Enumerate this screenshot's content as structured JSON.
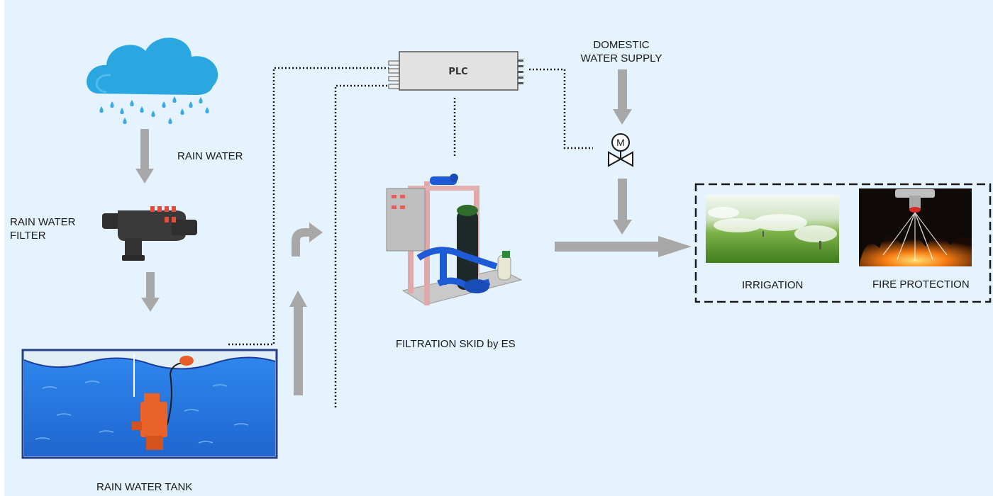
{
  "labels": {
    "rain_water": "RAIN WATER",
    "filter_line1": "RAIN WATER",
    "filter_line2": "FILTER",
    "tank": "RAIN WATER TANK",
    "plc": "PLC",
    "domestic_line1": "DOMESTIC",
    "domestic_line2": "WATER SUPPLY",
    "skid": "FILTRATION SKID by ES",
    "irrigation": "IRRIGATION",
    "fire": "FIRE PROTECTION",
    "motor": "M"
  },
  "colors": {
    "background": "#e4f3fd",
    "arrow": "#a8a8a8",
    "cloud": "#2aa6e0",
    "tank_water": "#2a7fe6",
    "tank_border": "#1f4ea8",
    "pump": "#e8622a",
    "skid_pipe": "#1e5bd6",
    "fire": "#f07a10"
  }
}
